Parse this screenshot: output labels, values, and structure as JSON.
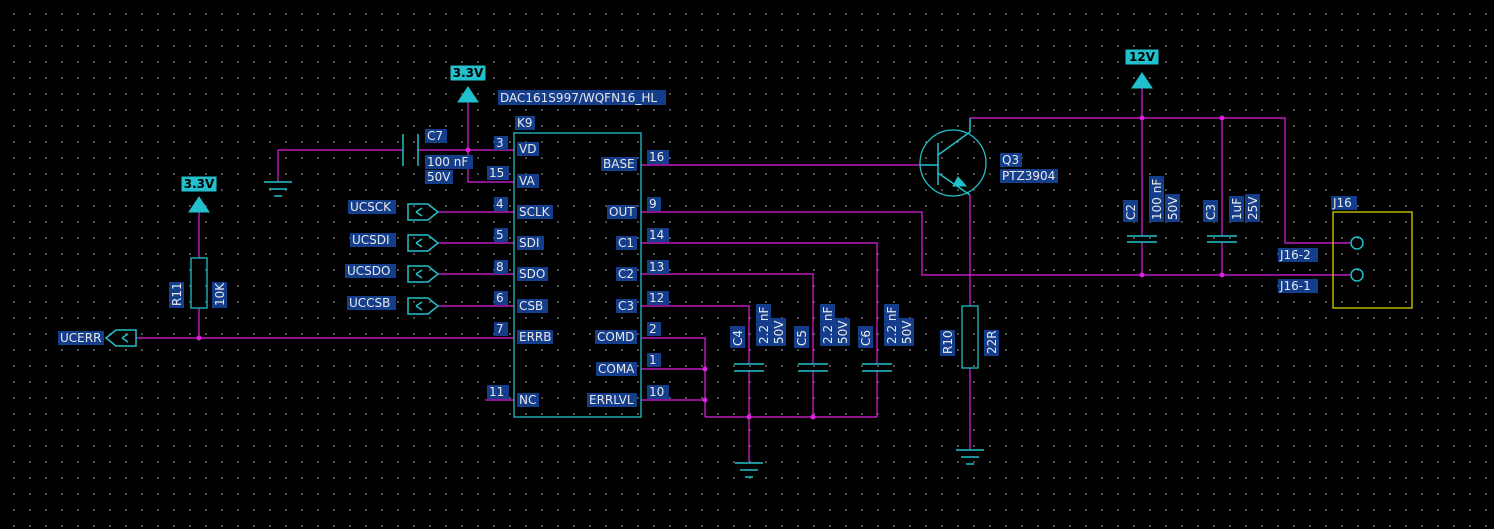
{
  "ic": {
    "part": "DAC161S997/WQFN16_HL",
    "ref": "K9",
    "pins": [
      {
        "num": "3",
        "name": "VD"
      },
      {
        "num": "15",
        "name": "VA"
      },
      {
        "num": "4",
        "name": "SCLK"
      },
      {
        "num": "5",
        "name": "SDI"
      },
      {
        "num": "8",
        "name": "SDO"
      },
      {
        "num": "6",
        "name": "CSB"
      },
      {
        "num": "7",
        "name": "ERRB"
      },
      {
        "num": "11",
        "name": "NC"
      },
      {
        "num": "16",
        "name": "BASE"
      },
      {
        "num": "9",
        "name": "OUT"
      },
      {
        "num": "14",
        "name": "C1"
      },
      {
        "num": "13",
        "name": "C2"
      },
      {
        "num": "12",
        "name": "C3"
      },
      {
        "num": "2",
        "name": "COMD"
      },
      {
        "num": "1",
        "name": "COMA"
      },
      {
        "num": "10",
        "name": "ERRLVL"
      }
    ]
  },
  "power": [
    {
      "name": "3.3V"
    },
    {
      "name": "3.3V"
    },
    {
      "name": "12V"
    }
  ],
  "ports": [
    {
      "name": "UCSCK"
    },
    {
      "name": "UCSDI"
    },
    {
      "name": "UCSDO"
    },
    {
      "name": "UCCSB"
    },
    {
      "name": "UCERR"
    }
  ],
  "components": {
    "C7": {
      "ref": "C7",
      "value": "100 nF",
      "voltage": "50V"
    },
    "R11": {
      "ref": "R11",
      "value": "10K"
    },
    "C4": {
      "ref": "C4",
      "value": "2.2 nF",
      "voltage": "50V"
    },
    "C5": {
      "ref": "C5",
      "value": "2.2 nF",
      "voltage": "50V"
    },
    "C6": {
      "ref": "C6",
      "value": "2.2 nF",
      "voltage": "50V"
    },
    "Q3": {
      "ref": "Q3",
      "value": "PTZ3904"
    },
    "R10": {
      "ref": "R10",
      "value": "22R"
    },
    "C2": {
      "ref": "C2",
      "value": "100 nF",
      "voltage": "50V"
    },
    "C3": {
      "ref": "C3",
      "value": "1uF",
      "voltage": "25V"
    },
    "J16": {
      "ref": "J16",
      "pin1": "J16-1",
      "pin2": "J16-2"
    }
  },
  "colors": {
    "background": "#000000",
    "wire": "#e020e0",
    "symbol": "#22c0cc",
    "connector": "#d8d000",
    "label_highlight": "#143e8c",
    "text": "#e8e8e8"
  }
}
